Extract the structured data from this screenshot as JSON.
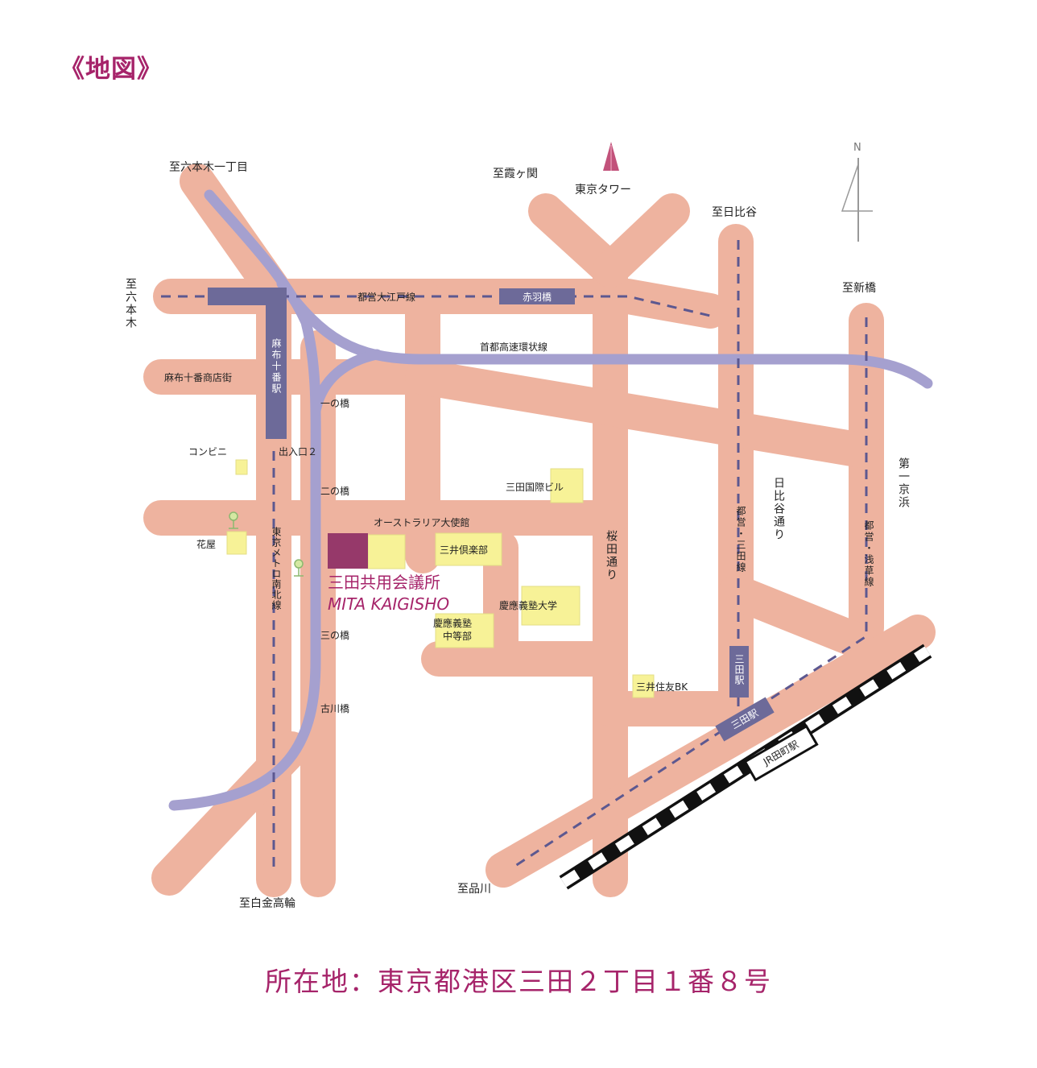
{
  "title": "《地図》",
  "address": "所在地：東京都港区三田２丁目１番８号",
  "colors": {
    "road": "#eeb39f",
    "expressway": "#a5a0cf",
    "station_box": "#6d6a99",
    "line_dash": "#5c5890",
    "venue": "#96396a",
    "landmark": "#f7f297",
    "accent": "#a6246a"
  },
  "compass": {
    "north_label": "N"
  },
  "directions": {
    "roppongi_1chome": "至六本木一丁目",
    "kasumigaseki": "至霞ヶ関",
    "hibiya": "至日比谷",
    "roppongi": "至六本木",
    "shimbashi": "至新橋",
    "shirokanetakanawa": "至白金高輪",
    "shinagawa": "至品川"
  },
  "landmarks": {
    "tokyo_tower": "東京タワー",
    "tokyo_tower_icon": "tower-icon",
    "convenience_store": "コンビニ",
    "florist": "花屋",
    "mita_kokusai_building": "三田国際ビル",
    "australian_embassy": "オーストラリア大使館",
    "mitsui_club": "三井倶楽部",
    "keio_university": "慶應義塾大学",
    "keio_chutobu_line1": "慶應義塾",
    "keio_chutobu_line2": "中等部",
    "smbc": "三井住友BK",
    "azabu_juban_shotengai": "麻布十番商店街"
  },
  "venue": {
    "name_ja": "三田共用会議所",
    "name_en": "MITA KAIGISHO"
  },
  "bridges": {
    "ichinohashi": "一の橋",
    "ninohashi": "二の橋",
    "sannohashi": "三の橋",
    "furukawabashi": "古川橋"
  },
  "exit": "出入口２",
  "stations": {
    "akabanebashi": "赤羽橋",
    "azabujuban": "麻布十番駅",
    "mita": "三田駅",
    "mita_slanted": "三田駅",
    "jr_tamachi": "JR田町駅"
  },
  "rail_lines": {
    "oedo": "都営大江戸線",
    "metro_namboku": "東京メトロ南北線",
    "toei_mita": "都営・三田線",
    "toei_asakusa": "都営・浅草線"
  },
  "roads": {
    "shuto_expressway": "首都高速環状線",
    "sakurada_dori": "桜田通り",
    "hibiya_dori": "日比谷通り",
    "daiichi_keihin": "第一京浜"
  }
}
